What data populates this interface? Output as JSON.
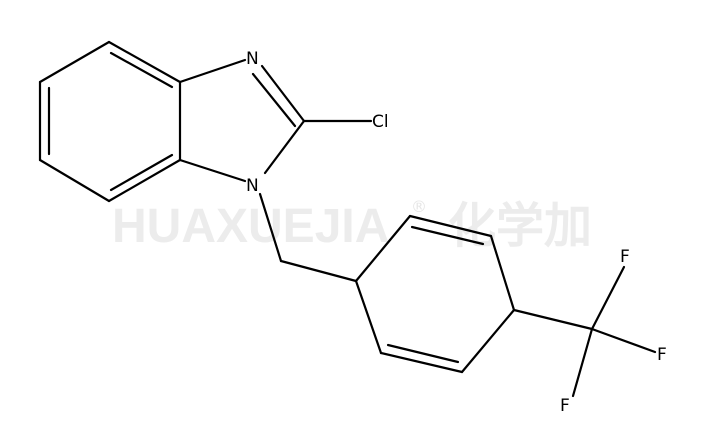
{
  "watermark": {
    "text": "HUAXUEJIA",
    "symbol": "®",
    "cn": "化学加"
  },
  "molecule": {
    "atoms": {
      "N3": "N",
      "N1": "N",
      "Cl": "Cl",
      "F1": "F",
      "F2": "F",
      "F3": "F"
    }
  }
}
